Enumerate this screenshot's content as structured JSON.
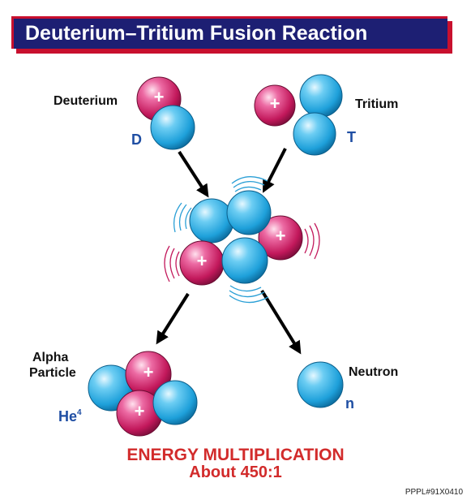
{
  "title": "Deuterium–Tritium Fusion Reaction",
  "labels": {
    "deuterium": "Deuterium",
    "deuterium_symbol": "D",
    "tritium": "Tritium",
    "tritium_symbol": "T",
    "alpha_line1": "Alpha",
    "alpha_line2": "Particle",
    "alpha_symbol": "He",
    "alpha_superscript": "4",
    "neutron": "Neutron",
    "neutron_symbol": "n"
  },
  "proton_sign": "+",
  "energy": {
    "line1": "ENERGY MULTIPLICATION",
    "line2": "About 450:1"
  },
  "credit": "PPPL#91X0410",
  "colors": {
    "title_bg": "#1d1f73",
    "accent_red": "#c8102e",
    "proton": "#c2185b",
    "neutron": "#29a8e0",
    "symbol_blue": "#1f4ea3",
    "energy_text": "#d22b2b"
  }
}
